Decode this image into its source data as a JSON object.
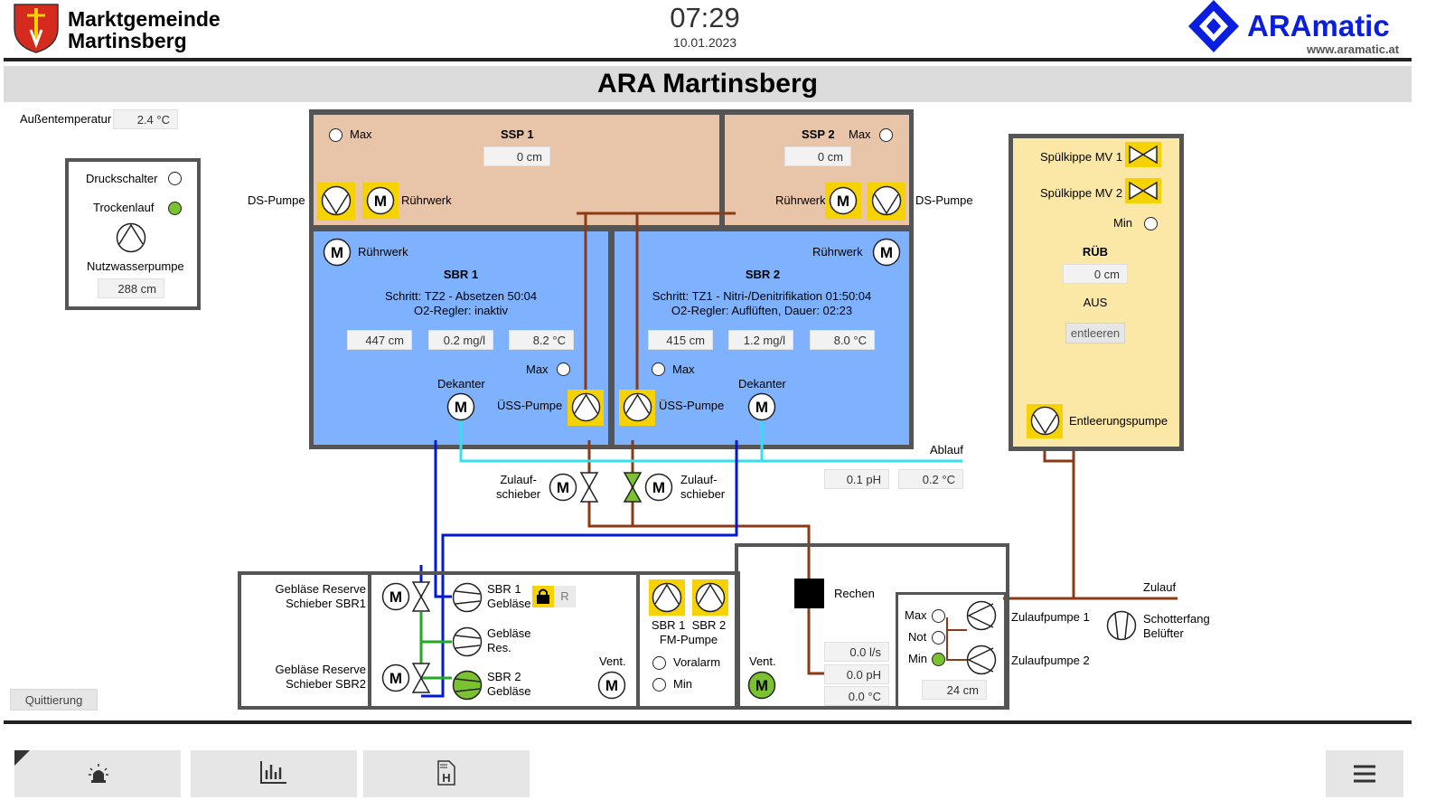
{
  "header": {
    "org_line1": "Marktgemeinde",
    "org_line2": "Martinsberg",
    "time": "07:29",
    "date": "10.01.2023",
    "brand": "ARAmatic",
    "brand_url": "www.aramatic.at"
  },
  "title": "ARA Martinsberg",
  "outside_temp": {
    "label": "Außentemperatur",
    "value": "2.4 °C"
  },
  "nutzwasser": {
    "druckschalter": "Druckschalter",
    "trockenlauf": "Trockenlauf",
    "pump_label": "Nutzwasserpumpe",
    "level": "288 cm"
  },
  "ssp1": {
    "title": "SSP 1",
    "max": "Max",
    "level": "0 cm",
    "ds_pump": "DS-Pumpe",
    "stirrer": "Rührwerk"
  },
  "ssp2": {
    "title": "SSP 2",
    "max": "Max",
    "level": "0 cm",
    "ds_pump": "DS-Pumpe",
    "stirrer": "Rührwerk"
  },
  "sbr1": {
    "stirrer": "Rührwerk",
    "title": "SBR 1",
    "step": "Schritt: TZ2 - Absetzen 50:04",
    "o2": "O2-Regler: inaktiv",
    "level": "447 cm",
    "o2_value": "0.2 mg/l",
    "temp": "8.2 °C",
    "max": "Max",
    "decanter": "Dekanter",
    "uess": "ÜSS-Pumpe"
  },
  "sbr2": {
    "stirrer": "Rührwerk",
    "title": "SBR 2",
    "step": "Schritt: TZ1 - Nitri-/Denitrifikation 01:50:04",
    "o2": "O2-Regler: Auflüften, Dauer: 02:23",
    "level": "415 cm",
    "o2_value": "1.2 mg/l",
    "temp": "8.0 °C",
    "max": "Max",
    "decanter": "Dekanter",
    "uess": "ÜSS-Pumpe"
  },
  "outlet": {
    "label": "Ablauf",
    "ph": "0.1 pH",
    "temp": "0.2 °C"
  },
  "inlet_valves": {
    "left": "Zulauf-\nschieber",
    "right": "Zulauf-\nschieber"
  },
  "rueb": {
    "mv1": "Spülkippe MV 1",
    "mv2": "Spülkippe MV 2",
    "min": "Min",
    "title": "RÜB",
    "level": "0 cm",
    "state": "AUS",
    "empty_button": "entleeren",
    "pump": "Entleerungspumpe"
  },
  "blowers": {
    "reserve1": "Gebläse Reserve\nSchieber SBR1",
    "reserve2": "Gebläse Reserve\nSchieber SBR2",
    "sbr1": "SBR 1\nGebläse",
    "res": "Gebläse\nRes.",
    "sbr2": "SBR 2\nGebläse",
    "r_badge": "R",
    "vent": "Vent."
  },
  "fm": {
    "labels": "SBR 1  SBR 2",
    "title": "FM-Pumpe",
    "prealarm": "Voralarm",
    "min": "Min"
  },
  "intake": {
    "vent": "Vent.",
    "rake": "Rechen",
    "flow": "0.0 l/s",
    "ph": "0.0 pH",
    "temp": "0.0 °C",
    "max": "Max",
    "not": "Not",
    "min": "Min",
    "level": "24 cm",
    "pump1": "Zulaufpumpe 1",
    "pump2": "Zulaufpumpe 2",
    "zulauf": "Zulauf",
    "grit": "Schotterfang\nBelüfter"
  },
  "quit_button": "Quittierung",
  "colors": {
    "tank_brown": "#e8c4a8",
    "tank_blue": "#7eb2ff",
    "tank_yellow": "#fbe8a6",
    "accent_yellow": "#f6d300",
    "green": "#7ac230",
    "pipe_brown": "#8b3a16",
    "pipe_blue": "#0018d8",
    "pipe_cyan": "#33e0ee",
    "brand_blue": "#0a1ee0"
  }
}
